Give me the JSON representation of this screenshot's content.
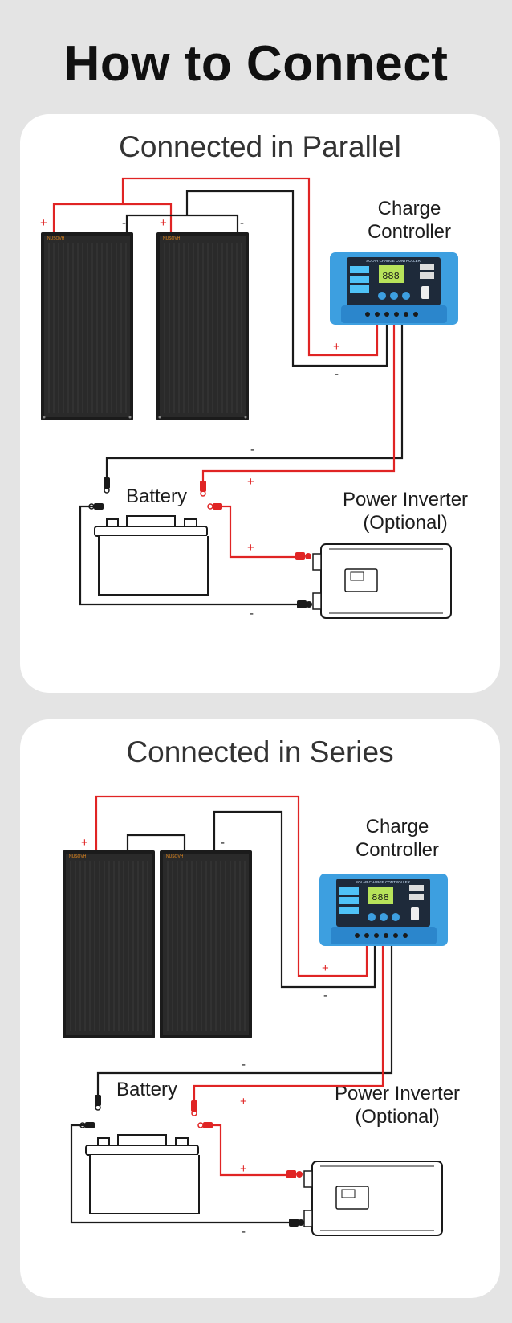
{
  "title": "How to Connect",
  "parallel": {
    "heading": "Connected in Parallel",
    "charge_controller": [
      "Charge",
      "Controller"
    ],
    "battery": "Battery",
    "inverter": [
      "Power Inverter",
      "(Optional)"
    ],
    "controller_panel_text": "SOLAR CHARGE CONTROLLER",
    "panel_brand": "NUSOVH",
    "lcd_digits": "888"
  },
  "series": {
    "heading": "Connected in Series",
    "charge_controller": [
      "Charge",
      "Controller"
    ],
    "battery": "Battery",
    "inverter": [
      "Power Inverter",
      "(Optional)"
    ],
    "controller_panel_text": "SOLAR CHARGE CONTROLLER",
    "panel_brand": "NUSOVH",
    "lcd_digits": "888"
  },
  "symbols": {
    "plus": "+",
    "minus": "-"
  },
  "colors": {
    "positive_wire": "#e02424",
    "negative_wire": "#1a1a1a",
    "controller_body": "#3d9fe0",
    "panel": "#1b1b1b",
    "card": "#ffffff",
    "background": "#e4e4e4"
  }
}
